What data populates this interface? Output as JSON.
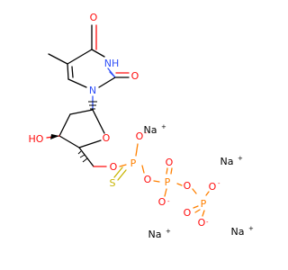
{
  "colors": {
    "carbon_bond": "#000000",
    "oxygen": "#ff0d0d",
    "nitrogen": "#3050f8",
    "phosphorus": "#ff8000",
    "sulfur": "#c8b400",
    "sodium": "#000000"
  },
  "labels": {
    "O": "O",
    "NH": "NH",
    "N": "N",
    "HO": "HO",
    "P": "P",
    "S": "S",
    "Na": "Na",
    "minus": "-",
    "plus": "+"
  }
}
